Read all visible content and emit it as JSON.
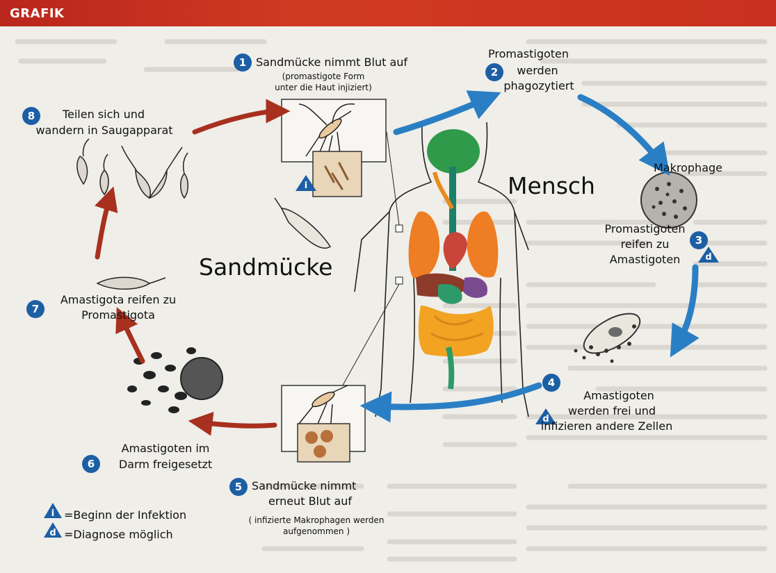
{
  "header": {
    "label": "GRAFIK"
  },
  "labels": {
    "mensch": "Mensch",
    "sandmuecke": "Sandmücke"
  },
  "steps": [
    {
      "num": "1",
      "title": "Sandmücke nimmt Blut auf",
      "sub1": "(promastigote Form",
      "sub2": "unter die Haut injiziert)"
    },
    {
      "num": "2",
      "l1": "Promastigoten",
      "l2": "werden",
      "l3": "phagozytiert"
    },
    {
      "num": "3",
      "l1": "Promastigoten",
      "l2": "reifen zu",
      "l3": "Amastigoten",
      "top": "Makrophage"
    },
    {
      "num": "4",
      "l1": "Amastigoten",
      "l2": "werden frei und",
      "l3": "infizieren andere Zellen"
    },
    {
      "num": "5",
      "l1": "Sandmücke nimmt",
      "l2": "erneut Blut auf",
      "sub1": "( infizierte Makrophagen werden",
      "sub2": "aufgenommen )"
    },
    {
      "num": "6",
      "l1": "Amastigoten im",
      "l2": "Darm freigesetzt"
    },
    {
      "num": "7",
      "l1": "Amastigota reifen zu",
      "l2": "Promastigota"
    },
    {
      "num": "8",
      "l1": "Teilen sich und",
      "l2": "wandern in Saugapparat"
    }
  ],
  "markers": {
    "infection": "i",
    "diagnosis": "d"
  },
  "legend": {
    "infection": "=Beginn der Infektion",
    "diagnosis": "=Diagnose möglich"
  },
  "colors": {
    "header": "#c32d1f",
    "blue_arrow": "#2a7fc4",
    "red_arrow": "#a8301e",
    "number_circle": "#1c5fa4"
  }
}
